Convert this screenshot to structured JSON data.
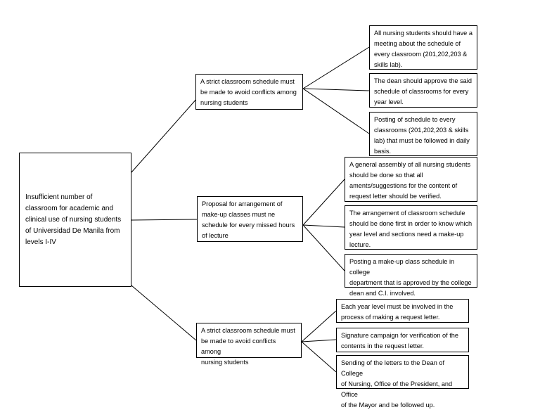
{
  "root": {
    "lines": [
      "Insufficient number of",
      "classroom for academic and",
      "clinical use of nursing students",
      "of Universidad De Manila from",
      "levels I-IV"
    ]
  },
  "branches": [
    {
      "lines": [
        "A strict classroom schedule must",
        "be made to avoid conflicts among",
        "nursing students"
      ],
      "leaves": [
        {
          "lines": [
            "All nursing students should have a",
            "meeting about the schedule of",
            "every classroom (201,202,203 &",
            "skills lab)."
          ]
        },
        {
          "lines": [
            "The dean should approve the said",
            "schedule of classrooms for every",
            "year level."
          ]
        },
        {
          "lines": [
            "Posting of schedule to every",
            "classrooms (201,202,203 & skills",
            "lab) that must be followed in daily",
            "basis."
          ]
        }
      ]
    },
    {
      "lines": [
        "Proposal for arrangement of",
        "make-up classes must ne",
        "schedule for every missed hours",
        "of lecture"
      ],
      "leaves": [
        {
          "lines": [
            "A general assembly of all nursing students",
            "should be done so that all",
            "aments/suggestions for the content of",
            "request letter should be verified."
          ]
        },
        {
          "lines": [
            "The arrangement of classroom schedule",
            "should be done first in order to know which",
            "year level and sections need a make-up",
            "lecture."
          ]
        },
        {
          "lines": [
            "Posting a make-up class schedule in college",
            "department that is approved by the college",
            "dean and C.I. involved."
          ]
        }
      ]
    },
    {
      "lines": [
        "A strict classroom schedule must",
        "be made to avoid conflicts among",
        "nursing students"
      ],
      "leaves": [
        {
          "lines": [
            "Each year level must be involved in the",
            "process of making a request letter."
          ]
        },
        {
          "lines": [
            "Signature campaign for verification of the",
            "contents in the request letter."
          ]
        },
        {
          "lines": [
            "Sending of the letters to the Dean of College",
            "of Nursing, Office of the President, and Office",
            "of the Mayor and be followed up."
          ]
        }
      ]
    }
  ]
}
